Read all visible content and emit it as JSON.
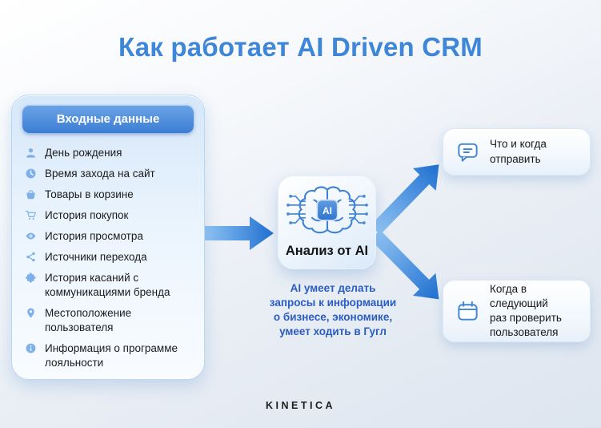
{
  "title": "Как работает AI Driven CRM",
  "colors": {
    "title-blue": "#3e86d8",
    "accent-blue": "#2e7cd6",
    "note-blue": "#2a5cc2",
    "icon-blue": "#7fb0ea",
    "stroke-blue": "#4285d6",
    "text-dark": "#1b1b1d",
    "header-grad-top": "#6ba3e6",
    "header-grad-bottom": "#3c7ed4"
  },
  "input_panel": {
    "header": "Входные данные",
    "items": [
      {
        "icon": "person-icon",
        "label": "День рождения"
      },
      {
        "icon": "clock-icon",
        "label": "Время захода на сайт"
      },
      {
        "icon": "basket-icon",
        "label": "Товары в корзине"
      },
      {
        "icon": "cart-icon",
        "label": "История покупок"
      },
      {
        "icon": "eye-icon",
        "label": "История просмотра"
      },
      {
        "icon": "share-icon",
        "label": "Источники перехода"
      },
      {
        "icon": "puzzle-icon",
        "label": "История касаний с коммуникациями бренда"
      },
      {
        "icon": "pin-icon",
        "label": "Местоположение пользователя"
      },
      {
        "icon": "info-icon",
        "label": "Информация о программе лояльности"
      }
    ]
  },
  "ai_node": {
    "label": "Анализ от AI",
    "badge": "AI",
    "note": "AI умеет делать\nзапросы к информации\nо бизнесе, экономике,\nумеет ходить в Гугл"
  },
  "outputs": [
    {
      "icon": "message-icon",
      "label": "Что и когда\nотправить"
    },
    {
      "icon": "calendar-icon",
      "label": "Когда в следующий\nраз проверить\nпользователя"
    }
  ],
  "footer": {
    "brand": "KINETICA"
  }
}
